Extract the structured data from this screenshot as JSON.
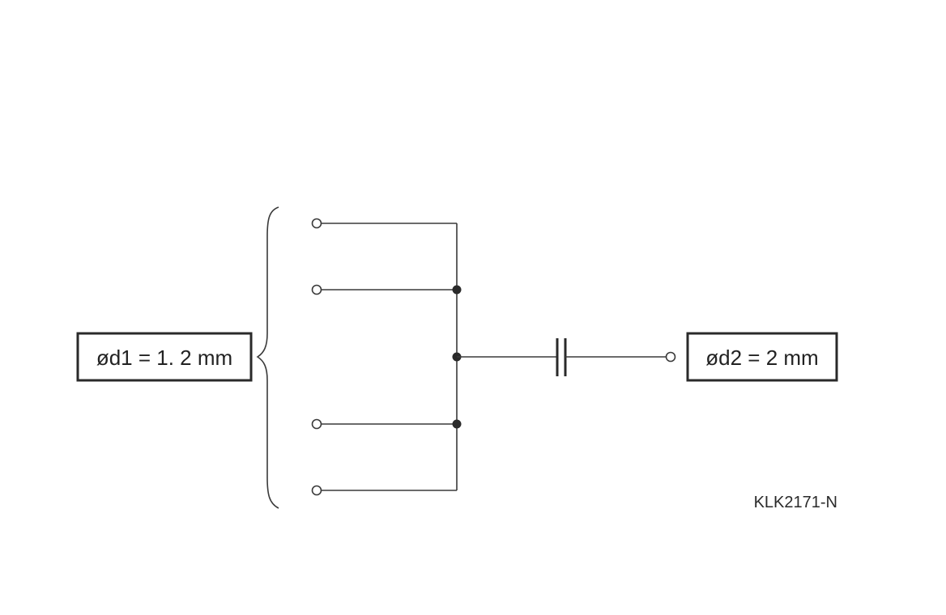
{
  "diagram": {
    "left_label": "ød1 = 1. 2 mm",
    "right_label": "ød2 = 2 mm",
    "code": "KLK2171-N"
  }
}
